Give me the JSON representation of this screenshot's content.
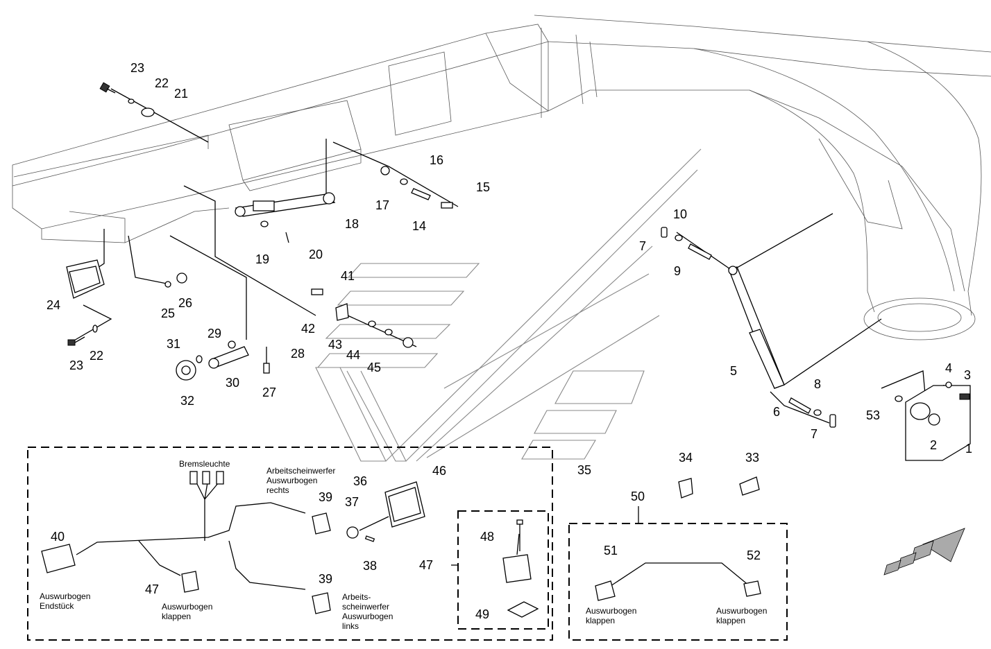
{
  "part_numbers": [
    {
      "id": "p1",
      "n": "1"
    },
    {
      "id": "p2",
      "n": "2"
    },
    {
      "id": "p3",
      "n": "3"
    },
    {
      "id": "p4",
      "n": "4"
    },
    {
      "id": "p5",
      "n": "5"
    },
    {
      "id": "p6",
      "n": "6"
    },
    {
      "id": "p7a",
      "n": "7"
    },
    {
      "id": "p7b",
      "n": "7"
    },
    {
      "id": "p8",
      "n": "8"
    },
    {
      "id": "p9",
      "n": "9"
    },
    {
      "id": "p10",
      "n": "10"
    },
    {
      "id": "p14",
      "n": "14"
    },
    {
      "id": "p15",
      "n": "15"
    },
    {
      "id": "p16",
      "n": "16"
    },
    {
      "id": "p17",
      "n": "17"
    },
    {
      "id": "p18",
      "n": "18"
    },
    {
      "id": "p19",
      "n": "19"
    },
    {
      "id": "p20",
      "n": "20"
    },
    {
      "id": "p21",
      "n": "21"
    },
    {
      "id": "p22a",
      "n": "22"
    },
    {
      "id": "p22b",
      "n": "22"
    },
    {
      "id": "p23a",
      "n": "23"
    },
    {
      "id": "p23b",
      "n": "23"
    },
    {
      "id": "p24",
      "n": "24"
    },
    {
      "id": "p25",
      "n": "25"
    },
    {
      "id": "p26",
      "n": "26"
    },
    {
      "id": "p27",
      "n": "27"
    },
    {
      "id": "p28",
      "n": "28"
    },
    {
      "id": "p29",
      "n": "29"
    },
    {
      "id": "p30",
      "n": "30"
    },
    {
      "id": "p31",
      "n": "31"
    },
    {
      "id": "p32",
      "n": "32"
    },
    {
      "id": "p33",
      "n": "33"
    },
    {
      "id": "p34",
      "n": "34"
    },
    {
      "id": "p35",
      "n": "35"
    },
    {
      "id": "p36",
      "n": "36"
    },
    {
      "id": "p37",
      "n": "37"
    },
    {
      "id": "p38",
      "n": "38"
    },
    {
      "id": "p39a",
      "n": "39"
    },
    {
      "id": "p39b",
      "n": "39"
    },
    {
      "id": "p40",
      "n": "40"
    },
    {
      "id": "p41",
      "n": "41"
    },
    {
      "id": "p42",
      "n": "42"
    },
    {
      "id": "p43",
      "n": "43"
    },
    {
      "id": "p44",
      "n": "44"
    },
    {
      "id": "p45",
      "n": "45"
    },
    {
      "id": "p46",
      "n": "46"
    },
    {
      "id": "p47a",
      "n": "47"
    },
    {
      "id": "p47b",
      "n": "47"
    },
    {
      "id": "p48",
      "n": "48"
    },
    {
      "id": "p49",
      "n": "49"
    },
    {
      "id": "p50",
      "n": "50"
    },
    {
      "id": "p51",
      "n": "51"
    },
    {
      "id": "p52",
      "n": "52"
    },
    {
      "id": "p53",
      "n": "53"
    }
  ],
  "labels": {
    "bremsleuchte": "Bremsleuchte",
    "asw_rechts": [
      "Arbeitscheinwerfer",
      "Auswurbogen",
      "rechts"
    ],
    "asw_links": [
      "Arbeits-",
      "scheinwerfer",
      "Auswurbogen",
      "links"
    ],
    "endstueck": [
      "Auswurbogen",
      "Endstück"
    ],
    "klappen_a": [
      "Auswurbogen",
      "klappen"
    ],
    "klappen_b": [
      "Auswurbogen",
      "klappen"
    ],
    "klappen_c": [
      "Auswurbogen",
      "klappen"
    ]
  },
  "colors": {
    "line": "#000000",
    "frame": "#555555",
    "watermark": "#888888",
    "background": "#ffffff"
  }
}
